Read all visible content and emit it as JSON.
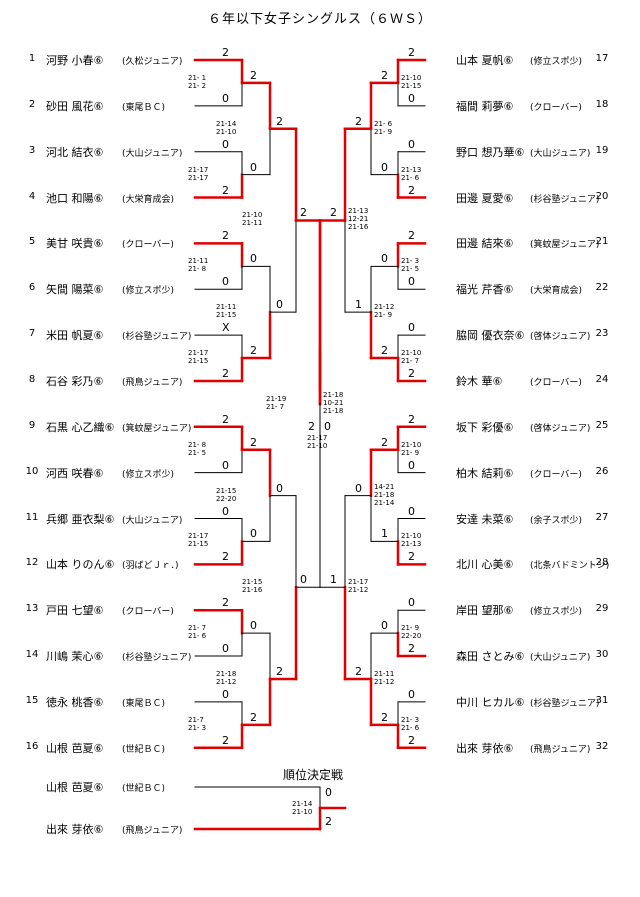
{
  "title": "６年以下女子シングルス（６ＷＳ）",
  "playoff_title": "順位決定戦",
  "colors": {
    "win": "#e00000",
    "line": "#000000"
  },
  "left_players": [
    {
      "no": "1",
      "name": "河野 小春⑥",
      "club": "(久松ジュニア)"
    },
    {
      "no": "2",
      "name": "砂田 風花⑥",
      "club": "(東尾ＢＣ)"
    },
    {
      "no": "3",
      "name": "河北 結衣⑥",
      "club": "(大山ジュニア)"
    },
    {
      "no": "4",
      "name": "池口 和陽⑥",
      "club": "(大栄育成会)"
    },
    {
      "no": "5",
      "name": "美甘 咲貴⑥",
      "club": "(クローバー)"
    },
    {
      "no": "6",
      "name": "矢間 陽菜⑥",
      "club": "(修立スポ少)"
    },
    {
      "no": "7",
      "name": "米田 帆夏⑥",
      "club": "(杉谷塾ジュニア)"
    },
    {
      "no": "8",
      "name": "石谷 彩乃⑥",
      "club": "(飛鳥ジュニア)"
    },
    {
      "no": "9",
      "name": "石黒 心乙織⑥",
      "club": "(箕蚊屋ジュニア)"
    },
    {
      "no": "10",
      "name": "河西 咲春⑥",
      "club": "(修立スポ少)"
    },
    {
      "no": "11",
      "name": "兵郷 亜衣梨⑥",
      "club": "(大山ジュニア)"
    },
    {
      "no": "12",
      "name": "山本 りのん⑥",
      "club": "(羽ばどＪｒ．)"
    },
    {
      "no": "13",
      "name": "戸田 七望⑥",
      "club": "(クローバー)"
    },
    {
      "no": "14",
      "name": "川嶋 茉心⑥",
      "club": "(杉谷塾ジュニア)"
    },
    {
      "no": "15",
      "name": "徳永 桃香⑥",
      "club": "(東尾ＢＣ)"
    },
    {
      "no": "16",
      "name": "山根 芭夏⑥",
      "club": "(世紀ＢＣ)"
    }
  ],
  "right_players": [
    {
      "no": "17",
      "name": "山本 夏帆⑥",
      "club": "(修立スポ少)"
    },
    {
      "no": "18",
      "name": "福間 莉夢⑥",
      "club": "(クローバー)"
    },
    {
      "no": "19",
      "name": "野口 想乃華⑥",
      "club": "(大山ジュニア)"
    },
    {
      "no": "20",
      "name": "田邊 夏愛⑥",
      "club": "(杉谷塾ジュニア)"
    },
    {
      "no": "21",
      "name": "田邊 結來⑥",
      "club": "(箕蚊屋ジュニア)"
    },
    {
      "no": "22",
      "name": "福光 芹香⑥",
      "club": "(大栄育成会)"
    },
    {
      "no": "23",
      "name": "脇岡 優衣奈⑥",
      "club": "(啓体ジュニア)"
    },
    {
      "no": "24",
      "name": "鈴木 華⑥",
      "club": "(クローバー)"
    },
    {
      "no": "25",
      "name": "坂下 彩優⑥",
      "club": "(啓体ジュニア)"
    },
    {
      "no": "26",
      "name": "柏木 結莉⑥",
      "club": "(クローバー)"
    },
    {
      "no": "27",
      "name": "安達 未菜⑥",
      "club": "(余子スポ少)"
    },
    {
      "no": "28",
      "name": "北川 心美⑥",
      "club": "(北条バドミントン)"
    },
    {
      "no": "29",
      "name": "岸田 望那⑥",
      "club": "(修立スポ少)"
    },
    {
      "no": "30",
      "name": "森田 さとみ⑥",
      "club": "(大山ジュニア)"
    },
    {
      "no": "31",
      "name": "中川 ヒカル⑥",
      "club": "(杉谷塾ジュニア)"
    },
    {
      "no": "32",
      "name": "出來 芽依⑥",
      "club": "(飛鳥ジュニア)"
    }
  ],
  "left_r1": [
    {
      "s1": "2",
      "s2": "0",
      "games": "21- 1\n21- 2"
    },
    {
      "s1": "0",
      "s2": "2",
      "games": "21-17\n21-17"
    },
    {
      "s1": "2",
      "s2": "0",
      "games": "21-11\n21- 8"
    },
    {
      "s1": "X",
      "s2": "2",
      "games": "21-17\n21-15"
    },
    {
      "s1": "2",
      "s2": "0",
      "games": "21- 8\n21- 5"
    },
    {
      "s1": "0",
      "s2": "2",
      "games": "21-17\n21-15"
    },
    {
      "s1": "2",
      "s2": "0",
      "games": "21- 7\n21- 6"
    },
    {
      "s1": "0",
      "s2": "2",
      "games": "21-7\n21- 3"
    }
  ],
  "left_r2": [
    {
      "s1": "2",
      "s2": "0",
      "games": "21-14\n21-10"
    },
    {
      "s1": "0",
      "s2": "2",
      "games": "21-11\n21-15"
    },
    {
      "s1": "2",
      "s2": "0",
      "games": "21-15\n22-20"
    },
    {
      "s1": "0",
      "s2": "2",
      "games": "21-18\n21-12"
    }
  ],
  "left_r3": [
    {
      "s1": "2",
      "s2": "0",
      "games": "21-10\n21-11"
    },
    {
      "s1": "0",
      "s2": "2",
      "games": "21-15\n21-16"
    }
  ],
  "left_sf": {
    "s1": "2",
    "s2": "0",
    "games": "21-19\n21- 7"
  },
  "right_r1": [
    {
      "s1": "2",
      "s2": "0",
      "games": "21-10\n21-15"
    },
    {
      "s1": "0",
      "s2": "2",
      "games": "21-13\n21- 6"
    },
    {
      "s1": "2",
      "s2": "0",
      "games": "21- 3\n21- 5"
    },
    {
      "s1": "0",
      "s2": "2",
      "games": "21-10\n21- 7"
    },
    {
      "s1": "2",
      "s2": "0",
      "games": "21-10\n21- 9"
    },
    {
      "s1": "0",
      "s2": "2",
      "games": "21-10\n21-13"
    },
    {
      "s1": "0",
      "s2": "2",
      "games": "21- 9\n22-20"
    },
    {
      "s1": "0",
      "s2": "2",
      "games": "21- 3\n21- 6"
    }
  ],
  "right_r2": [
    {
      "s1": "2",
      "s2": "0",
      "games": "21- 6\n21- 9"
    },
    {
      "s1": "0",
      "s2": "2",
      "games": "21-12\n21- 9"
    },
    {
      "s1": "2",
      "s2": "1",
      "games": "14-21\n21-18\n21-14"
    },
    {
      "s1": "0",
      "s2": "2",
      "games": "21-11\n21-12"
    }
  ],
  "right_r3": [
    {
      "s1": "2",
      "s2": "1",
      "games": "21-13\n12-21\n21-16"
    },
    {
      "s1": "0",
      "s2": "2",
      "games": "21-17\n21-12"
    }
  ],
  "right_sf": {
    "s1": "2",
    "s2": "1",
    "games": "21-18\n10-21\n21-18"
  },
  "final": {
    "left": "2",
    "right": "0",
    "games": "21-17\n21-10"
  },
  "playoff": {
    "players": [
      {
        "name": "山根 芭夏⑥",
        "club": "(世紀ＢＣ)"
      },
      {
        "name": "出來 芽依⑥",
        "club": "(飛鳥ジュニア)"
      }
    ],
    "s1": "0",
    "s2": "2",
    "games": "21-14\n21-10"
  }
}
